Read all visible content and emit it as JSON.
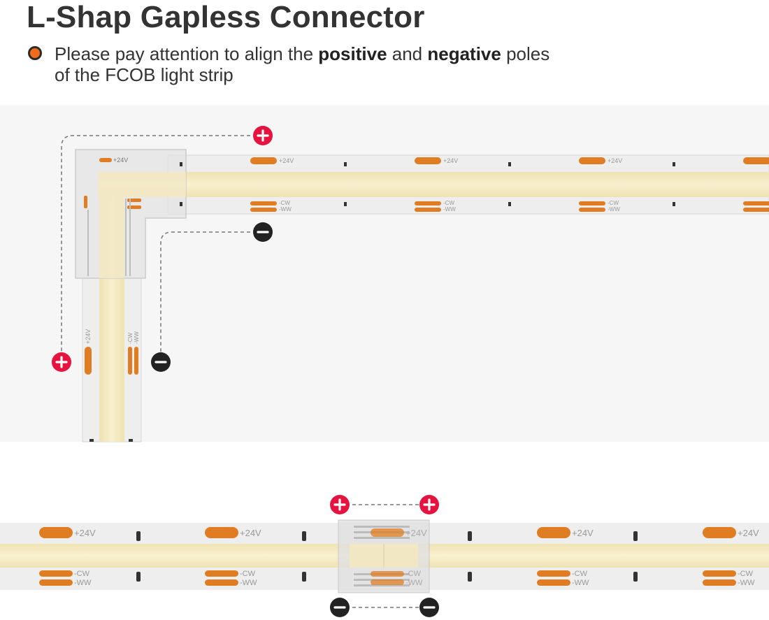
{
  "title": "L-Shap Gapless Connector",
  "note": {
    "line1_pre": "Please pay attention to align the ",
    "line1_bold1": "positive",
    "line1_mid": " and ",
    "line1_bold2": "negative",
    "line1_post": " poles",
    "line2": "of the FCOB light strip"
  },
  "strip_labels": {
    "positive": "+24V",
    "cw": "-CW",
    "ww": "-WW"
  },
  "colors": {
    "positive_marker": "#e5133f",
    "negative_marker": "#222222",
    "solder_pad": "#e07d22",
    "strip_base": "#eeeeee",
    "cob_light": "#f6edc6",
    "connector": "#dcdcdc"
  }
}
